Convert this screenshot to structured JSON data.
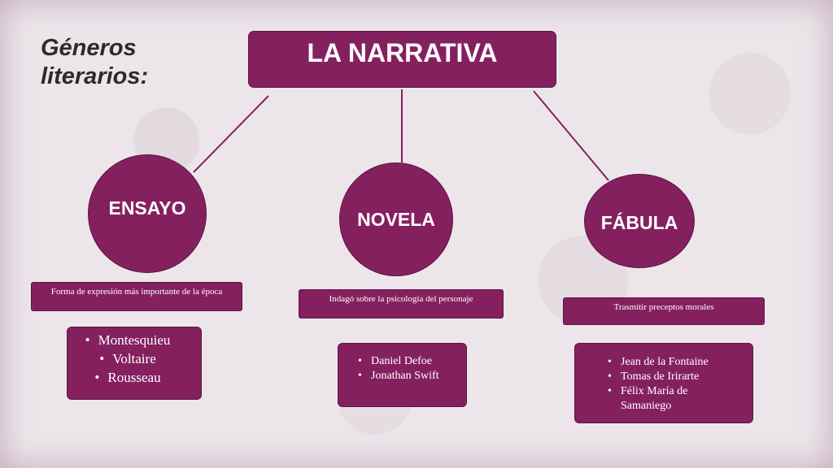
{
  "title": {
    "line1": "Géneros",
    "line2": "literarios:"
  },
  "root": {
    "label": "LA NARRATIVA"
  },
  "branches": [
    {
      "label": "ENSAYO",
      "description": "Forma de expresión más importante de la época",
      "authors": [
        "Montesquieu",
        "Voltaire",
        "Rousseau"
      ]
    },
    {
      "label": "NOVELA",
      "description": "Indagó sobre la psicología del personaje",
      "authors": [
        "Daniel Defoe",
        "Jonathan Swift"
      ]
    },
    {
      "label": "FÁBULA",
      "description": "Trasmitir preceptos morales",
      "authors": [
        "Jean de la Fontaine",
        "Tomas de Irirarte",
        "Félix María de Samaniego"
      ]
    }
  ],
  "colors": {
    "node": "#85205f",
    "node_border": "#5d1442",
    "connector": "#85205f",
    "background": "#ece6ea"
  }
}
